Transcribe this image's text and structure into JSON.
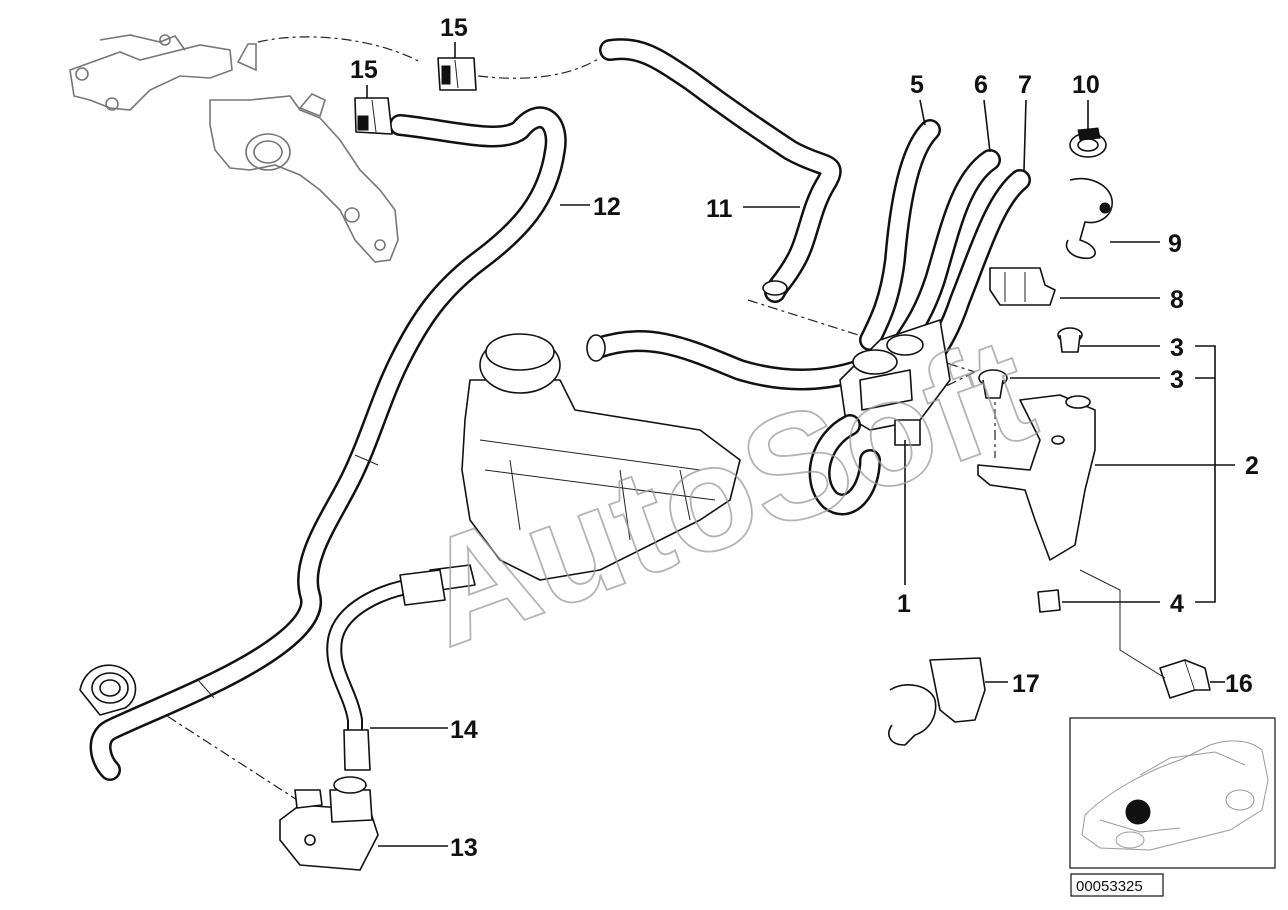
{
  "watermark": "AutoSoft",
  "diagram_number": "00053325",
  "part_labels": [
    {
      "id": "1",
      "text": "1"
    },
    {
      "id": "2",
      "text": "2"
    },
    {
      "id": "3a",
      "text": "3"
    },
    {
      "id": "3b",
      "text": "3"
    },
    {
      "id": "4",
      "text": "4"
    },
    {
      "id": "5",
      "text": "5"
    },
    {
      "id": "6",
      "text": "6"
    },
    {
      "id": "7",
      "text": "7"
    },
    {
      "id": "8",
      "text": "8"
    },
    {
      "id": "9",
      "text": "9"
    },
    {
      "id": "10",
      "text": "10"
    },
    {
      "id": "11",
      "text": "11"
    },
    {
      "id": "12",
      "text": "12"
    },
    {
      "id": "13",
      "text": "13"
    },
    {
      "id": "14",
      "text": "14"
    },
    {
      "id": "15a",
      "text": "15"
    },
    {
      "id": "15b",
      "text": "15"
    },
    {
      "id": "16",
      "text": "16"
    },
    {
      "id": "17",
      "text": "17"
    }
  ],
  "colors": {
    "line": "#111111",
    "watermark": "#9a9a9a",
    "inset_marker": "#111111",
    "background": "#ffffff"
  }
}
